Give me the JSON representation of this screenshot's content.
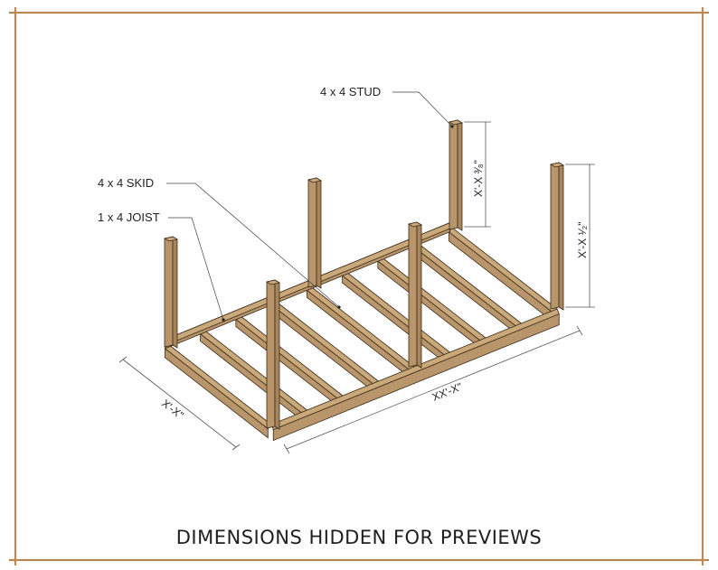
{
  "labels": {
    "stud": "4 x 4 STUD",
    "skid": "4 x 4 SKID",
    "joist": "1 x 4 JOIST"
  },
  "dimensions": {
    "width": "X'-X\"",
    "length": "XX'-X\"",
    "stud_height_1": "X'-X ³⁄₈\"",
    "stud_height_2": "X'-X ¹⁄₂\""
  },
  "caption": "DIMENSIONS HIDDEN FOR PREVIEWS",
  "colors": {
    "border": "#b98a55",
    "wood_light": "#c9a87a",
    "wood_mid": "#b8956a",
    "wood_dark": "#a8845a",
    "outline": "#3b2a1a"
  }
}
